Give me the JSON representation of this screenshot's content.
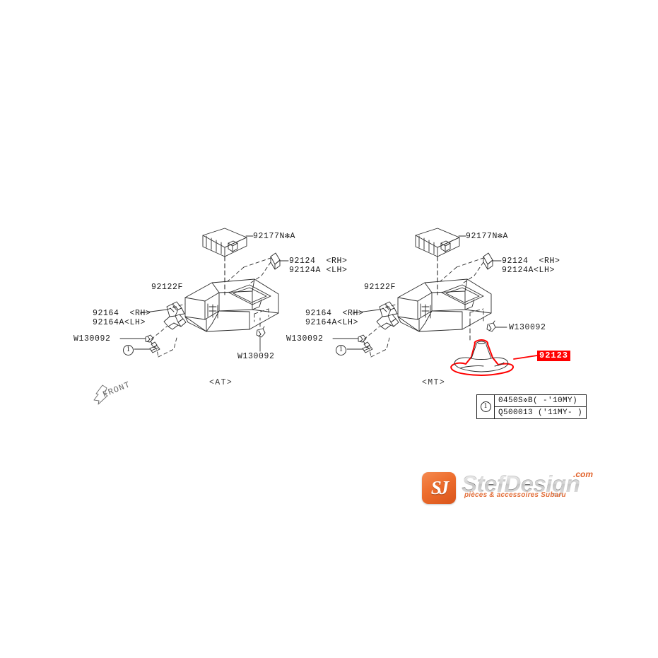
{
  "diagram": {
    "title": "Subaru console / shift boot parts diagram",
    "background_color": "#ffffff",
    "line_color": "#2b2b2b",
    "highlight_color": "#ff0000",
    "highlight_text_color": "#ffffff"
  },
  "orientation": {
    "front_label": "FRONT"
  },
  "sections": {
    "at": {
      "label": "<AT>"
    },
    "mt": {
      "label": "<MT>"
    }
  },
  "callouts": {
    "at": {
      "switch_panel": "92177N✻A",
      "trim_rh": "92124  <RH>",
      "trim_lh": "92124A <LH>",
      "console_panel": "92122F",
      "bracket_rh": "92164  <RH>",
      "bracket_lh": "92164A<LH>",
      "clip_left": "W130092",
      "clip_bottom": "W130092",
      "circle_number": "1"
    },
    "mt": {
      "switch_panel": "92177N✻A",
      "trim_rh": "92124  <RH>",
      "trim_lh": "92124A<LH>",
      "console_panel": "92122F",
      "bracket_rh": "92164  <RH>",
      "bracket_lh": "92164A<LH>",
      "clip_left": "W130092",
      "clip_right": "W130092",
      "circle_number": "1",
      "shift_boot_highlight": "92123"
    }
  },
  "legend": {
    "marker": "1",
    "rows": [
      "0450S✲B( -'10MY)",
      "Q500013 ('11MY- )"
    ]
  },
  "watermark": {
    "badge_glyph": "SJ",
    "word": "StefDesign",
    "dotcom": ".com",
    "tagline": "pièces & accessoires Subaru"
  }
}
